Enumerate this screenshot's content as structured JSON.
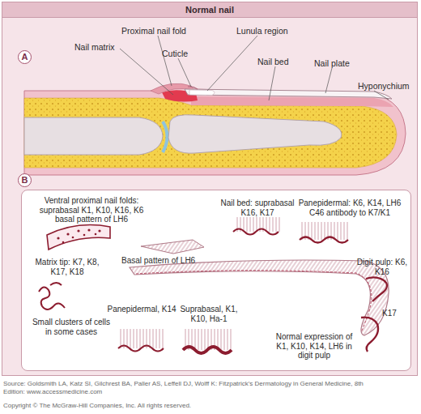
{
  "diagram": {
    "title": "Normal nail",
    "caption": "Source: Goldsmith LA, Katz SI, Gilchrest BA, Paller AS, Leffell DJ, Wolff K: Fitzpatrick's Dermatology in General Medicine, 8th Edition: www.accessmedicine.com",
    "nodes": [
      {
        "text": [
          "A"
        ]
      },
      {
        "text": [
          "B"
        ]
      }
    ],
    "labels": [
      "Proximal nail fold",
      "Lunula region",
      "Nail matrix",
      "Cuticle",
      "Nail bed",
      "Nail plate",
      "Hyponychium",
      "Ventral proximal nail folds: suprabasal K1, K10, K16, K6 basal pattern of LH6",
      "Nail bed: suprabasal K16, K17",
      "Panepidermal: K6, K14, LH6 C46 antibody to K7/K1",
      "Matrix tip: K7, K8, K17, K18",
      "Basal pattern of LH6",
      "Digit pulp: K6, K16",
      "Small clusters of cells in some cases",
      "K17",
      "Panepidermal, K14",
      "Suprabasal, K1, K10, Ha-1",
      "Normal expression of K1, K10, K14, LH6 in digit pulp",
      "Copyright © The McGraw-Hill Companies, Inc. All rights reserved."
    ]
  }
}
